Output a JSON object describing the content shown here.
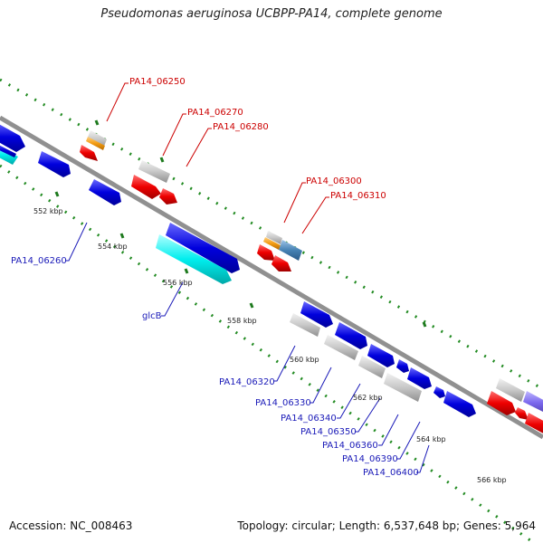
{
  "title": "Pseudomonas aeruginosa UCBPP-PA14, complete genome",
  "footer": {
    "accession": "Accession: NC_008463",
    "summary": "Topology: circular; Length: 6,537,648 bp; Genes: 5,964"
  },
  "colors": {
    "backbone": "#808080",
    "tick_dots": "#228b22",
    "forward_red": "#ee0000",
    "reverse_blue": "#0000dd",
    "rna_cyan": "#00eeee",
    "pseudo_gray": "#c0c0c0",
    "orange": "#f39c12",
    "steel": "#4682b4",
    "purple": "#7b68ee"
  },
  "scale_labels": [
    "552 kbp",
    "554 kbp",
    "556 kbp",
    "558 kbp",
    "560 kbp",
    "562 kbp",
    "564 kbp",
    "566 kbp"
  ],
  "gene_labels_forward": [
    "PA14_06250",
    "PA14_06270",
    "PA14_06280",
    "PA14_06300",
    "PA14_06310"
  ],
  "gene_labels_reverse": [
    "PA14_06260",
    "glcB",
    "PA14_06320",
    "PA14_06330",
    "PA14_06340",
    "PA14_06350",
    "PA14_06360",
    "PA14_06390",
    "PA14_06400"
  ]
}
